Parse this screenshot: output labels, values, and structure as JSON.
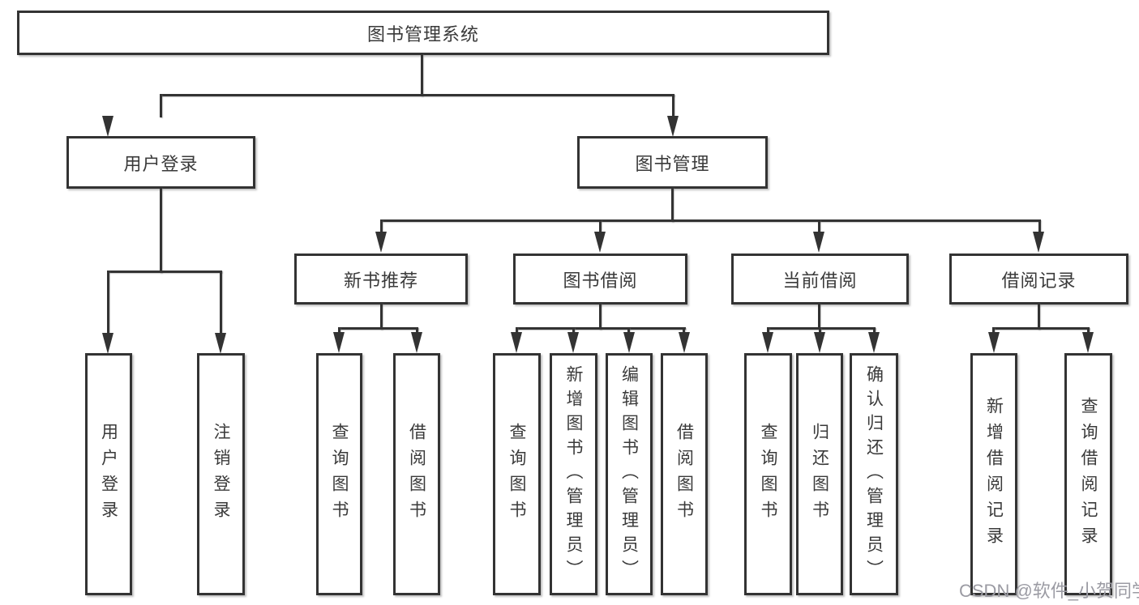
{
  "diagram": {
    "title": "图书管理系统",
    "level2": [
      {
        "label": "用户登录"
      },
      {
        "label": "图书管理"
      }
    ],
    "level3": [
      {
        "label": "新书推荐",
        "parent": "图书管理"
      },
      {
        "label": "图书借阅",
        "parent": "图书管理"
      },
      {
        "label": "当前借阅",
        "parent": "图书管理"
      },
      {
        "label": "借阅记录",
        "parent": "图书管理"
      }
    ],
    "level4": [
      {
        "label": "用户登录",
        "parent": "用户登录"
      },
      {
        "label": "注销登录",
        "parent": "用户登录"
      },
      {
        "label": "查询图书",
        "parent": "新书推荐"
      },
      {
        "label": "借阅图书",
        "parent": "新书推荐"
      },
      {
        "label": "查询图书",
        "parent": "图书借阅"
      },
      {
        "label": "新增图书（管理员）",
        "parent": "图书借阅"
      },
      {
        "label": "编辑图书（管理员）",
        "parent": "图书借阅"
      },
      {
        "label": "借阅图书",
        "parent": "图书借阅"
      },
      {
        "label": "查询图书",
        "parent": "当前借阅"
      },
      {
        "label": "归还图书",
        "parent": "当前借阅"
      },
      {
        "label": "确认归还（管理员）",
        "parent": "当前借阅"
      },
      {
        "label": "新增借阅记录",
        "parent": "借阅记录"
      },
      {
        "label": "查询借阅记录",
        "parent": "借阅记录"
      }
    ],
    "colors": {
      "line": "#333333",
      "text": "#3a3a3a",
      "box_background": "#ffffff"
    }
  },
  "watermark": {
    "text": "CSDN @软件_小贺同学",
    "color": "#9b9ba3"
  }
}
